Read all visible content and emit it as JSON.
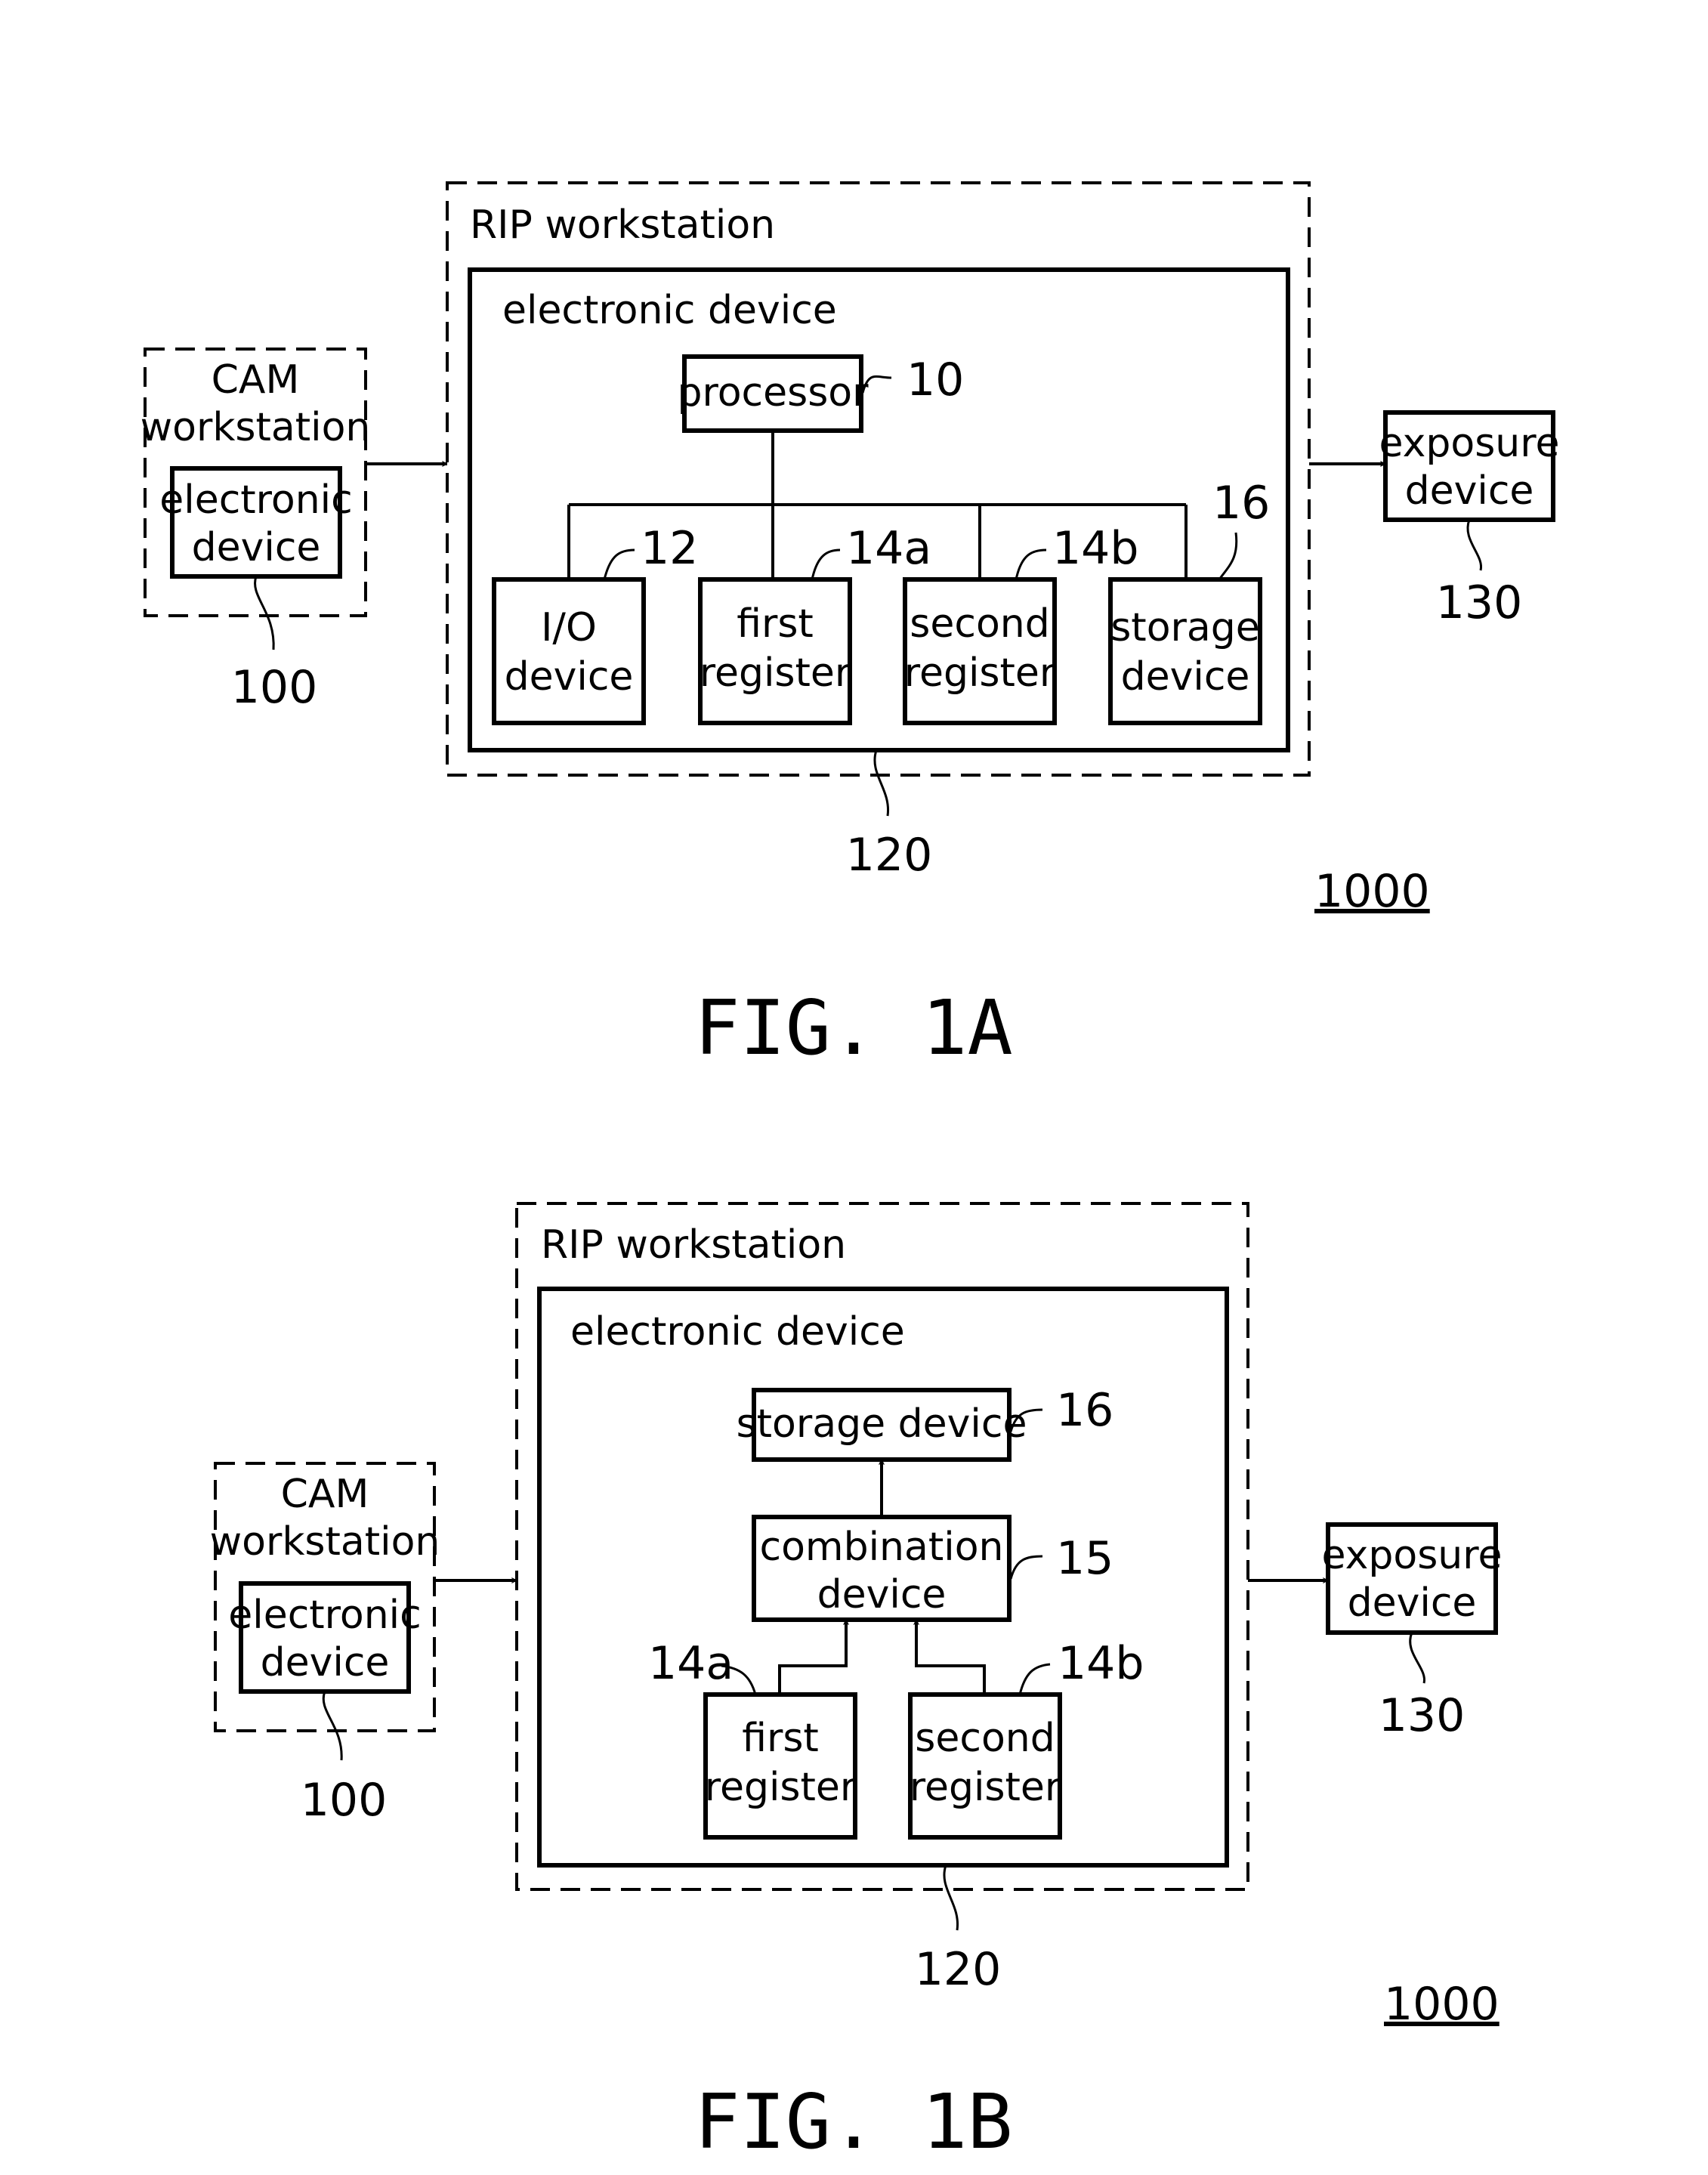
{
  "fig_1a": {
    "rip_workstation": "RIP  workstation",
    "electronic_device": "electronic  device",
    "processor": "processor",
    "ref_processor": "10",
    "io_device": [
      "I/O",
      "device"
    ],
    "ref_io": "12",
    "first_register": [
      "first",
      "register"
    ],
    "ref_first_register": "14a",
    "second_register": [
      "second",
      "register"
    ],
    "ref_second_register": "14b",
    "storage_device": [
      "storage",
      "device"
    ],
    "ref_storage": "16",
    "cam_workstation": [
      "CAM",
      "workstation"
    ],
    "cam_electronic_device": [
      "electronic",
      "device"
    ],
    "ref_cam": "100",
    "exposure_device": [
      "exposure",
      "device"
    ],
    "ref_exposure": "130",
    "ref_rip": "120",
    "ref_system": "1000",
    "caption": "FIG. 1A"
  },
  "fig_1b": {
    "rip_workstation": "RIP  workstation",
    "electronic_device": "electronic  device",
    "storage_device": "storage  device",
    "ref_storage": "16",
    "combination_device": [
      "combination",
      "device"
    ],
    "ref_combination": "15",
    "first_register": [
      "first",
      "register"
    ],
    "ref_first_register": "14a",
    "second_register": [
      "second",
      "register"
    ],
    "ref_second_register": "14b",
    "cam_workstation": [
      "CAM",
      "workstation"
    ],
    "cam_electronic_device": [
      "electronic",
      "device"
    ],
    "ref_cam": "100",
    "exposure_device": [
      "exposure",
      "device"
    ],
    "ref_exposure": "130",
    "ref_rip": "120",
    "ref_system": "1000",
    "caption": "FIG. 1B"
  }
}
